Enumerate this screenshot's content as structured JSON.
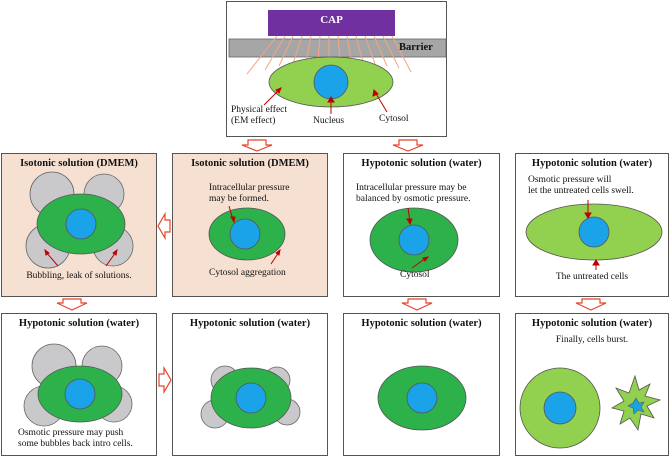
{
  "top": {
    "cap_label": "CAP",
    "barrier_label": "Barrier",
    "physical_effect_line1": "Physical effect",
    "physical_effect_line2": "(EM effect)",
    "nucleus_label": "Nucleus",
    "cytosol_label": "Cytosol"
  },
  "row1": [
    {
      "title": "Isotonic solution (DMEM)",
      "caption": "Bubbling, leak of solutions."
    },
    {
      "title": "Isotonic solution (DMEM)",
      "note_line1": "Intracellular pressure",
      "note_line2": "may be formed.",
      "caption": "Cytosol aggregation"
    },
    {
      "title": "Hypotonic solution (water)",
      "note_line1": "Intracellular pressure may be",
      "note_line2": "balanced by osmotic pressure.",
      "caption": "Cytosol"
    },
    {
      "title": "Hypotonic solution (water)",
      "note_line1": "Osmotic pressure will",
      "note_line2": "let the untreated cells swell.",
      "caption": "The untreated cells"
    }
  ],
  "row2": [
    {
      "title": "Hypotonic solution (water)",
      "caption_line1": "Osmotic pressure may push",
      "caption_line2": "some bubbles back intro cells."
    },
    {
      "title": "Hypotonic solution (water)"
    },
    {
      "title": "Hypotonic solution (water)"
    },
    {
      "title": "Hypotonic solution (water)",
      "note": "Finally, cells burst."
    }
  ],
  "colors": {
    "cap": "#7030a0",
    "barrier": "#a6a6a6",
    "cytosol": "#2db14b",
    "cytosol_light": "#92d050",
    "nucleus": "#1aa3e8",
    "bubble": "#c9c9cc",
    "arrow": "#e8442a",
    "panel_tint": "#f6e0d2"
  }
}
